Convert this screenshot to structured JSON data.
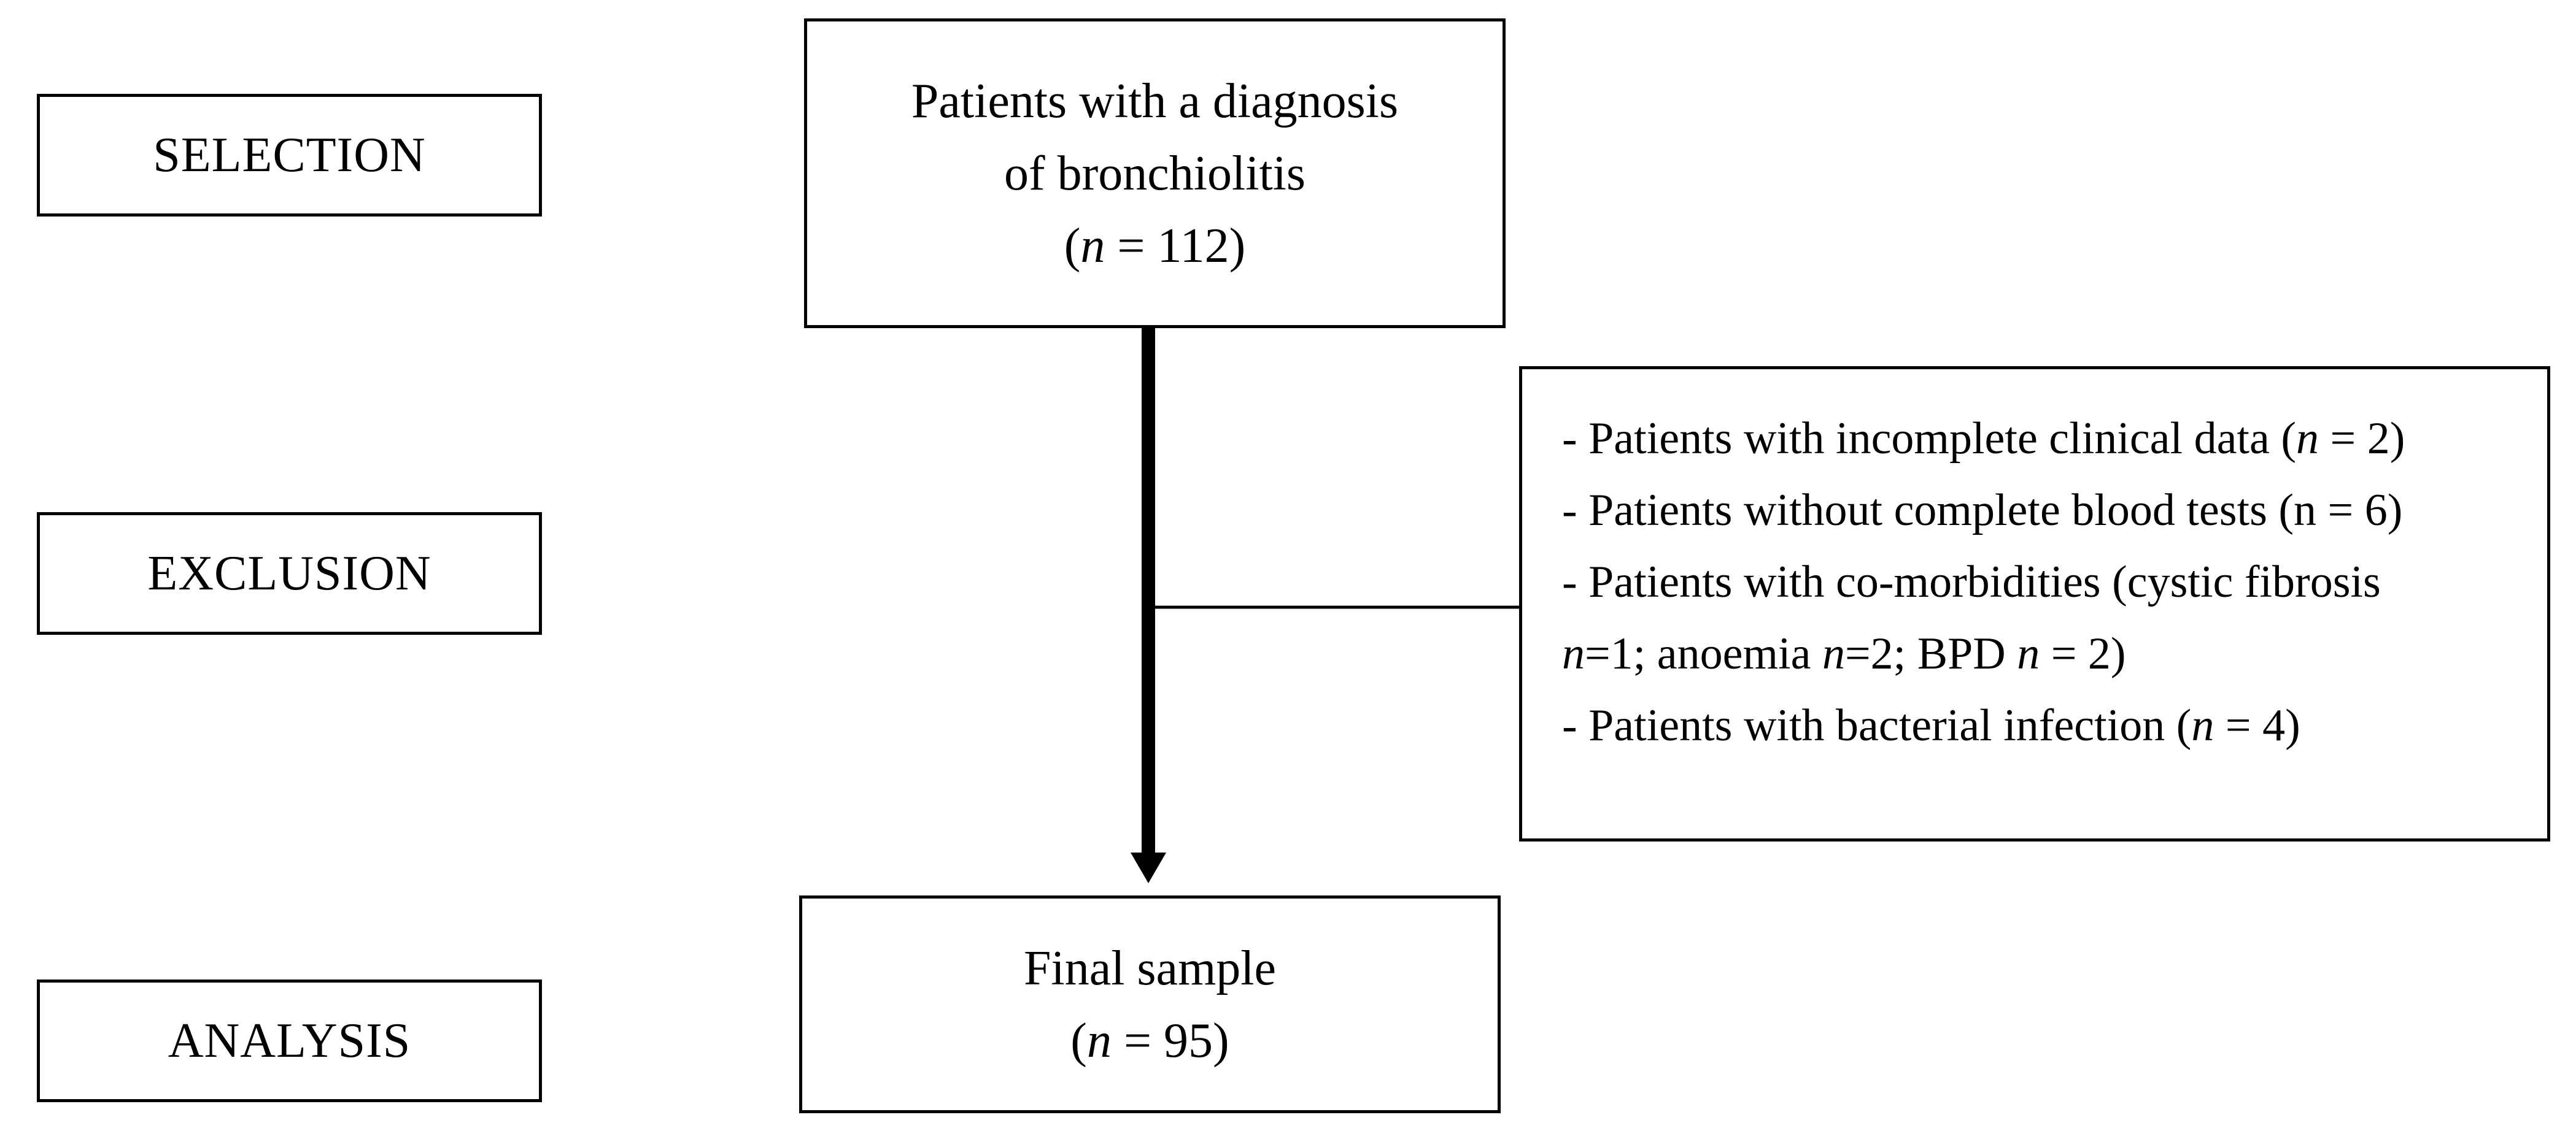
{
  "stages": {
    "selection": "SELECTION",
    "exclusion": "EXCLUSION",
    "analysis": "ANALYSIS"
  },
  "selection_box": {
    "line1": "Patients with a diagnosis",
    "line2": "of bronchiolitis",
    "count_open": "(",
    "count_n": "n",
    "count_value": " = 112)"
  },
  "exclusion_box": {
    "item1": {
      "prefix": "- Patients with incomplete clinical data (",
      "n": "n",
      "suffix": " = 2)"
    },
    "item2": {
      "text": "- Patients without complete blood tests (n = 6)"
    },
    "item3": {
      "text": "- Patients with co-morbidities (cystic fibrosis"
    },
    "item3b": {
      "n1": "n",
      "t1": "=1; anoemia ",
      "n2": "n",
      "t2": "=2; BPD ",
      "n3": "n",
      "t3": " = 2)"
    },
    "item4": {
      "prefix": "- Patients with bacterial infection (",
      "n": "n",
      "suffix": " = 4)"
    }
  },
  "final_box": {
    "line1": "Final sample",
    "count_open": "(",
    "count_n": "n",
    "count_value": " = 95)"
  }
}
